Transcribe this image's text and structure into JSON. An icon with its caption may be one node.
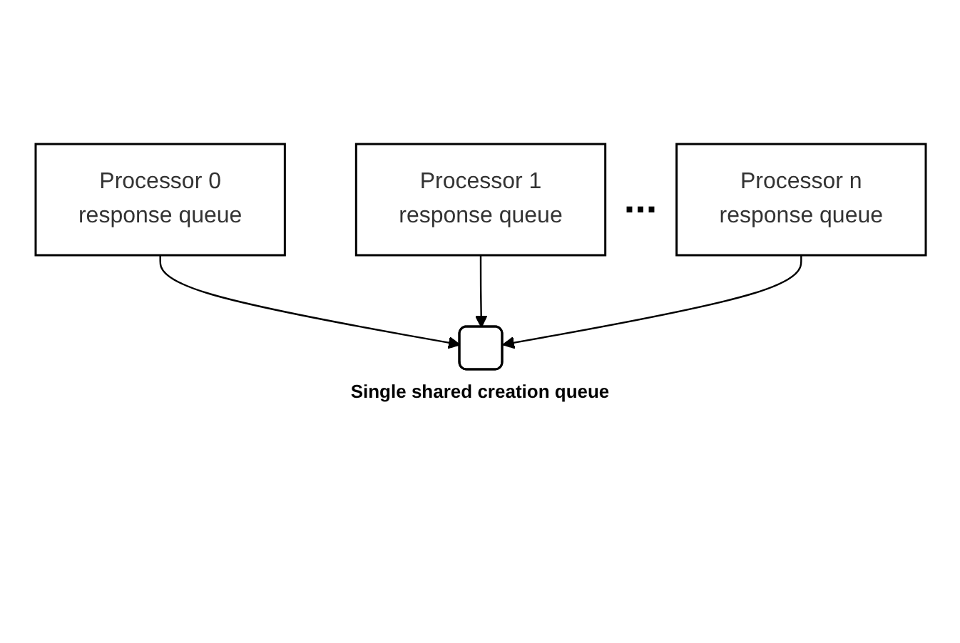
{
  "diagram": {
    "nodes": [
      {
        "text": [
          "Processor 0",
          "response queue"
        ]
      },
      {
        "text": [
          "Processor 1",
          "response queue"
        ]
      },
      {
        "text": [
          "Processor n",
          "response queue"
        ]
      },
      {
        "text": [],
        "shape": "box",
        "beside": [
          "Single shared creation queue"
        ]
      }
    ],
    "edges": [
      {
        "from": 0,
        "to": 3,
        "arrow": "to"
      },
      {
        "from": 1,
        "to": 3,
        "arrow": "to"
      },
      {
        "from": 2,
        "to": 3,
        "arrow": "to"
      }
    ],
    "labels": [
      "..."
    ]
  }
}
